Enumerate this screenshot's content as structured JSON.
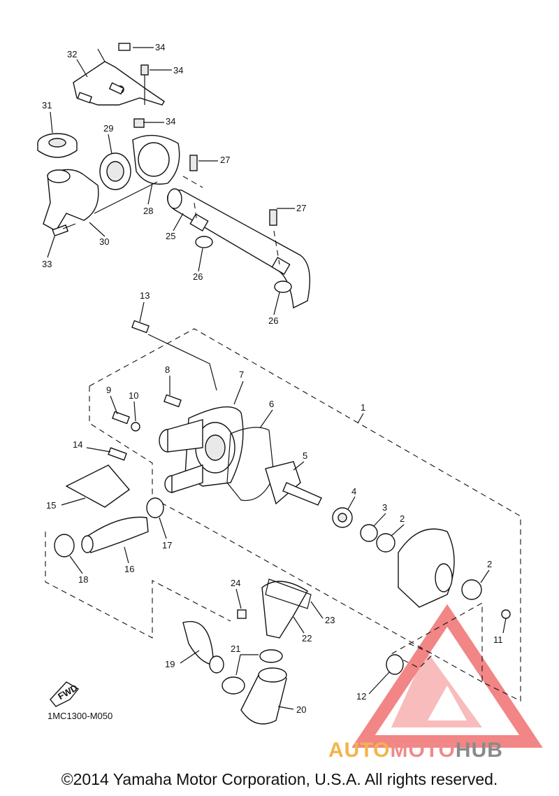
{
  "diagram": {
    "part_numbers": [
      "1",
      "2",
      "2",
      "3",
      "4",
      "5",
      "6",
      "7",
      "8",
      "9",
      "10",
      "11",
      "12",
      "13",
      "14",
      "15",
      "16",
      "17",
      "18",
      "19",
      "20",
      "21",
      "22",
      "23",
      "24",
      "25",
      "26",
      "26",
      "27",
      "27",
      "28",
      "29",
      "30",
      "31",
      "32",
      "33",
      "34",
      "34",
      "34"
    ],
    "fwd_label": "FWD",
    "diagram_code": "1MC1300-M050"
  },
  "footer": {
    "copyright": "©2014 Yamaha Motor Corporation, U.S.A. All rights reserved."
  },
  "watermark": {
    "part1": "AUTO",
    "part2": "MOTO",
    "part3": "HUB",
    "colors": {
      "auto": "#f4b34a",
      "moto": "#f08a8a",
      "hub": "#8a8a8a",
      "triangle": "#f07070"
    }
  }
}
